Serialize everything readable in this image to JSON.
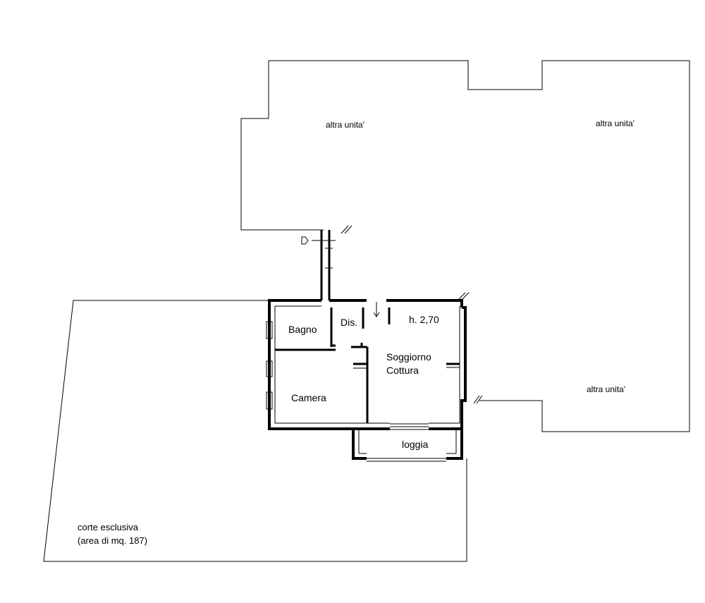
{
  "labels": {
    "other_unit_1": "altra unita'",
    "other_unit_2": "altra unita'",
    "other_unit_3": "altra unita'",
    "bathroom": "Bagno",
    "hallway": "Dis.",
    "height": "h. 2,70",
    "living_line1": "Soggiorno",
    "living_line2": "Cottura",
    "bedroom": "Camera",
    "loggia": "loggia",
    "courtyard_line1": "corte esclusiva",
    "courtyard_line2": "(area di mq. 187)"
  }
}
